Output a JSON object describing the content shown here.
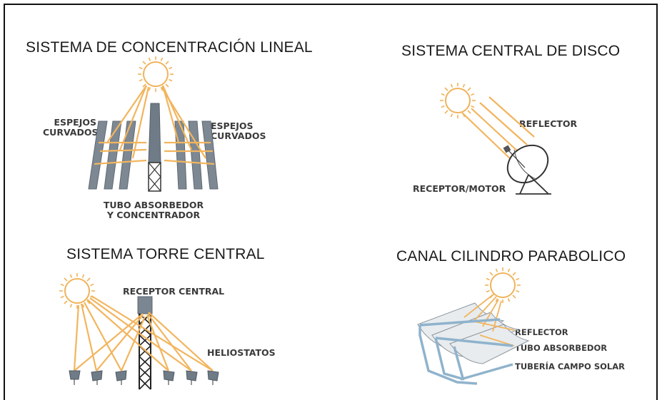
{
  "panels": {
    "linear": {
      "title": "SISTEMA DE CONCENTRACIÓN LINEAL",
      "left_mirrors_label": [
        "ESPEJOS",
        "CURVADOS"
      ],
      "right_mirrors_label": [
        "ESPEJOS",
        "CURVADOS"
      ],
      "absorber_label": [
        "TUBO ABSORBEDOR",
        "Y CONCENTRADOR"
      ]
    },
    "dish": {
      "title": "SISTEMA CENTRAL DE DISCO",
      "reflector_label": "REFLECTOR",
      "receiver_label": "RECEPTOR/MOTOR"
    },
    "tower": {
      "title": "SISTEMA TORRE CENTRAL",
      "receiver_label": "RECEPTOR CENTRAL",
      "heliostats_label": "HELIOSTATOS"
    },
    "trough": {
      "title": "CANAL CILINDRO PARABOLICO",
      "reflector_label": "REFLECTOR",
      "absorber_label": "TUBO ABSORBEDOR",
      "piping_label": "TUBERÍA CAMPO SOLAR"
    }
  },
  "colors": {
    "ray": "#f2b55e",
    "sun": "#f0b35a",
    "structure": "#6f7b86",
    "structure_light": "#8c97a1",
    "pipe": "#8fb3cc"
  }
}
